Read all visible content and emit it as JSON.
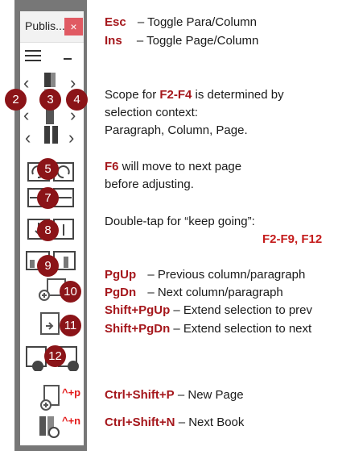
{
  "panel": {
    "title": "Publis...",
    "close_label": "×",
    "shortcut_new_page": "^+p",
    "shortcut_next_book": "^+n"
  },
  "badges": [
    "2",
    "3",
    "4",
    "5",
    "7",
    "8",
    "9",
    "10",
    "11",
    "12"
  ],
  "help": {
    "line1_key": "Esc",
    "line1_text": "– Toggle Para/Column",
    "line2_key": "Ins",
    "line2_text": "– Toggle Page/Column",
    "scope_pre": "Scope for ",
    "scope_key": "F2-F4",
    "scope_post": " is determined by",
    "scope_line2": "selection context:",
    "scope_line3": "Paragraph, Column, Page.",
    "f6_key": "F6",
    "f6_post": " will move to next page",
    "f6_line2": "before adjusting.",
    "doubletap": "Double-tap for “keep going”:",
    "doubletap_keys": "F2-F9, F12",
    "pgup_key": "PgUp",
    "pgup_text": "– Previous column/paragraph",
    "pgdn_key": "PgDn",
    "pgdn_text": "– Next column/paragraph",
    "spgup_key": "Shift+PgUp",
    "spgup_text": "– Extend selection to prev",
    "spgdn_key": "Shift+PgDn",
    "spgdn_text": "– Extend selection to next",
    "newpage_key": "Ctrl+Shift+P",
    "newpage_text": "– New Page",
    "nextbook_key": "Ctrl+Shift+N",
    "nextbook_text": "– Next Book"
  }
}
